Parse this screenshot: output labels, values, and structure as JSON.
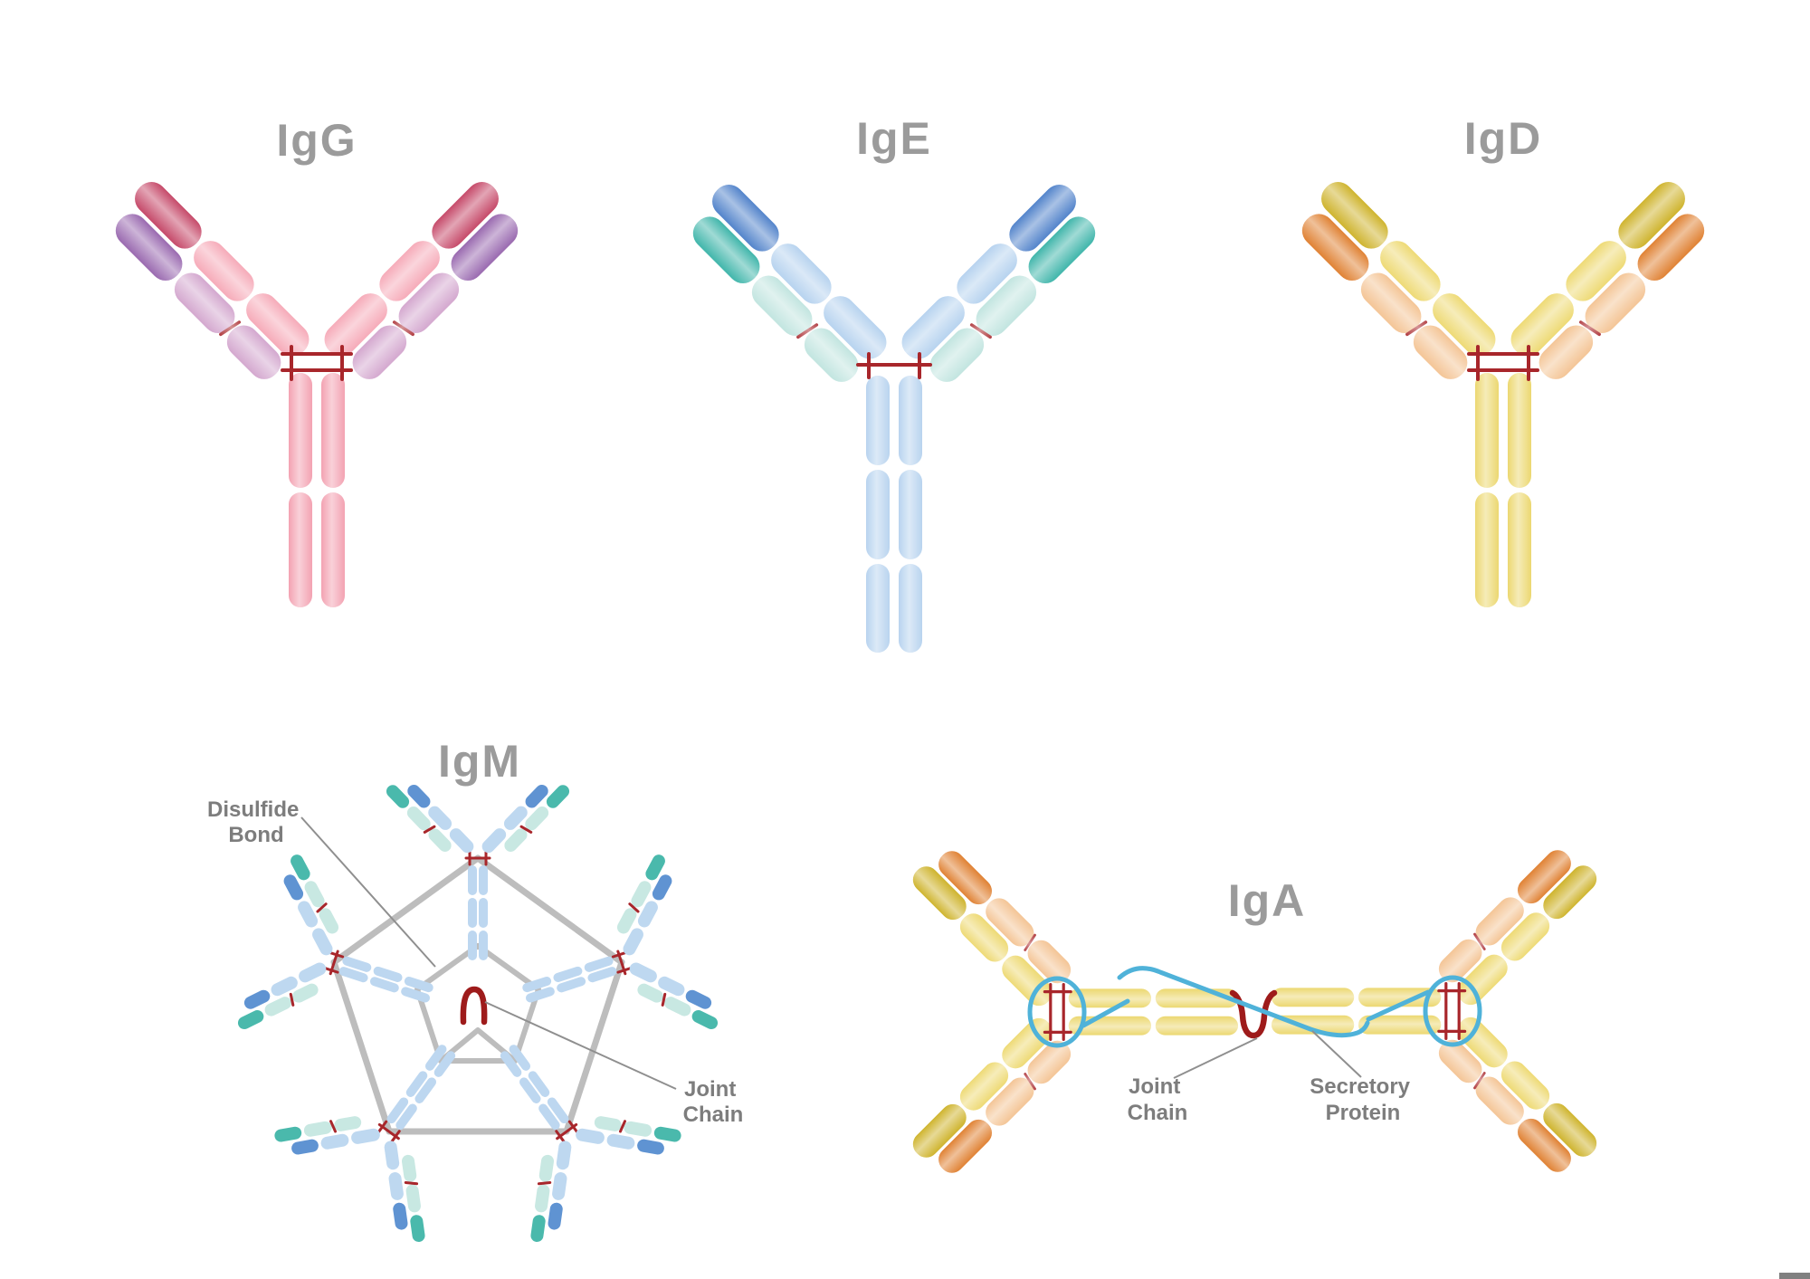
{
  "figure": {
    "type": "antibody-isotype-diagram",
    "subject": "Immunoglobulin classes IgG, IgE, IgD, IgM (pentamer), IgA (dimer)"
  },
  "antibodies": {
    "igg": {
      "title": "IgG"
    },
    "ige": {
      "title": "IgE"
    },
    "igd": {
      "title": "IgD"
    },
    "igm": {
      "title": "IgM",
      "labels": {
        "disulfide_bond": {
          "line1": "Disulfide",
          "line2": "Bond"
        },
        "joint_chain": {
          "line1": "Joint",
          "line2": "Chain"
        }
      }
    },
    "iga": {
      "title": "IgA",
      "labels": {
        "joint_chain": {
          "line1": "Joint",
          "line2": "Chain"
        },
        "secretory_protein": {
          "line1": "Secretory",
          "line2": "Protein"
        }
      }
    }
  },
  "colors": {
    "palettes": {
      "igg": {
        "heavy": "#f6abb9",
        "heavyTip": "#c64a6a",
        "light": "#d4a8cf",
        "lightTip": "#9a6ab0",
        "stem": "#f3a2b2"
      },
      "ige": {
        "heavy": "#b7d3ef",
        "heavyTip": "#5384cb",
        "light": "#c2e5e0",
        "lightTip": "#41b6ab",
        "stem": "#b9d4ef"
      },
      "igd": {
        "heavy": "#eeda75",
        "heavyTip": "#cfb42e",
        "light": "#f4c596",
        "lightTip": "#e08234",
        "stem": "#ecd871"
      },
      "igm": {
        "heavy": "#bed8f0",
        "heavyTip": "#5f93d2",
        "light": "#c8e8e2",
        "lightTip": "#4ab9ac",
        "stem": "#bdd7f0"
      }
    },
    "accents": {
      "disulfide_red": "#a8262b",
      "joint_red": "#9e1b1b",
      "secretory_blue": "#4fb2d9",
      "pentagon_gray": "#bdbdbd",
      "leader_gray": "#8f8f8f",
      "title_gray": "#9b9b9b",
      "label_gray": "#7d7d7d",
      "corner_gray": "#808080"
    }
  }
}
